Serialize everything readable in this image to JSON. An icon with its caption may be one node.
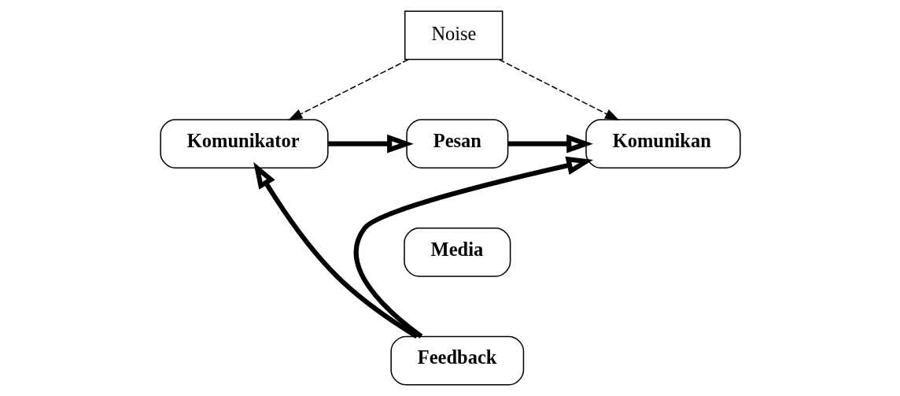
{
  "diagram": {
    "nodes": [
      {
        "text": [
          "Noise"
        ]
      },
      {
        "text": [
          "Komunikator"
        ]
      },
      {
        "text": [
          "Pesan"
        ]
      },
      {
        "text": [
          "Komunikan"
        ]
      },
      {
        "text": [
          "Media"
        ]
      },
      {
        "text": [
          "Feedback"
        ]
      }
    ],
    "edges": [
      {
        "from": 0,
        "to": 1,
        "arrow": "to",
        "style": "dashed"
      },
      {
        "from": 0,
        "to": 3,
        "arrow": "to",
        "style": "dashed"
      },
      {
        "from": 1,
        "to": 2,
        "arrow": "to"
      },
      {
        "from": 2,
        "to": 3,
        "arrow": "to"
      },
      {
        "from": 5,
        "to": 1,
        "arrow": "to"
      },
      {
        "from": 5,
        "to": 3,
        "arrow": "to"
      }
    ]
  }
}
